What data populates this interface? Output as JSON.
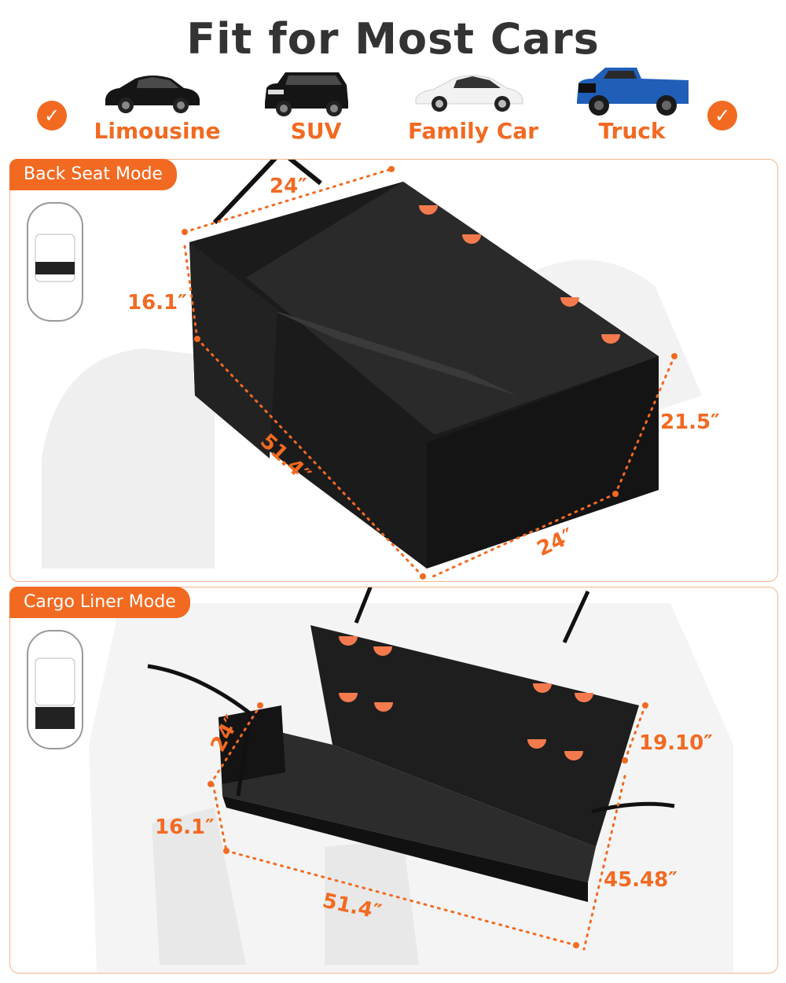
{
  "title": "Fit for Most Cars",
  "cars": [
    {
      "label": "Limousine",
      "icon": "sedan-car-icon",
      "color": "#151515"
    },
    {
      "label": "SUV",
      "icon": "suv-car-icon",
      "color": "#151515"
    },
    {
      "label": "Family Car",
      "icon": "family-car-icon",
      "color": "#f2f2f2"
    },
    {
      "label": "Truck",
      "icon": "truck-icon",
      "color": "#1f5fb8"
    }
  ],
  "check_glyph": "✓",
  "back_seat": {
    "mode_label": "Back Seat Mode",
    "dims": {
      "top_width": "24″",
      "height_left": "16.1″",
      "length": "51.4″",
      "height_right": "21.5″",
      "bottom_width": "24″"
    }
  },
  "cargo": {
    "mode_label": "Cargo Liner Mode",
    "dims": {
      "side_width": "24″",
      "height_left": "16.1″",
      "height_right": "19.10″",
      "length": "51.4″",
      "depth": "45.48″"
    }
  },
  "colors": {
    "accent": "#f26a22",
    "title": "#333333",
    "liner": "#1b1b1b",
    "panel_border": "#f4b48a"
  }
}
